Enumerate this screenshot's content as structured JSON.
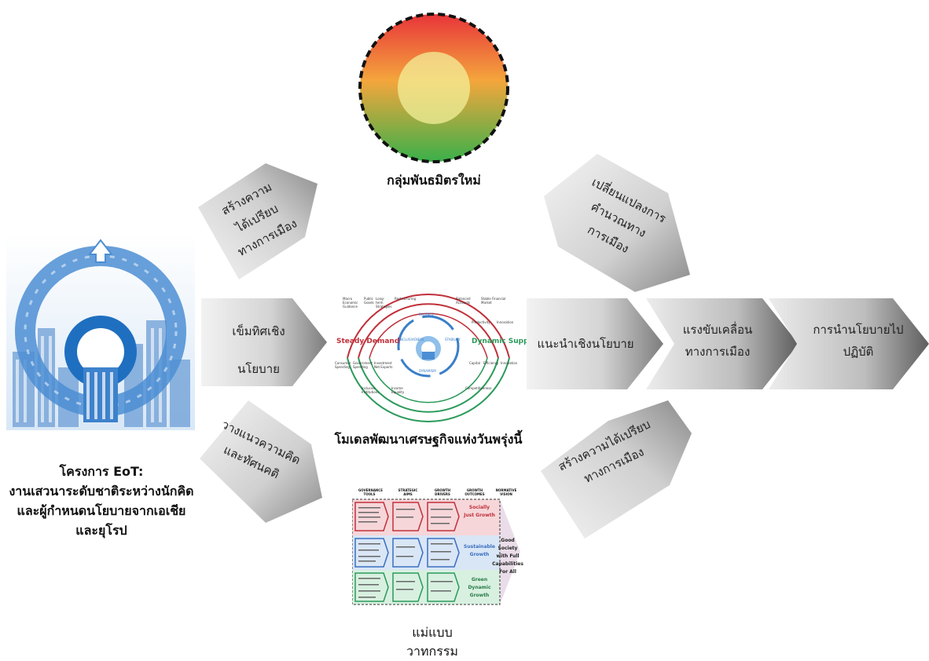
{
  "center_model": {
    "caption": "โมเดลพัฒนาเศรษฐกิจแห่งวันพรุ่งนี้",
    "left_label": "Steady Demand",
    "right_label": "Dynamic Supply",
    "small_labels": [
      "Macro Economic Guidance",
      "Public Goods",
      "Long-term Strategies",
      "Restructuring",
      "Balanced Accounts",
      "Stable Financial Market",
      "Productivity",
      "Innovation",
      "Capital",
      "Efficiency",
      "Innovation",
      "Competitiveness",
      "Consumer Spending",
      "Government Spending",
      "Investment Net Exports",
      "Inclusive Institutions",
      "Income Equality"
    ],
    "inner_labels": [
      "BALANCE",
      "STABILITY",
      "DYNAMISM",
      "INCLUSIVENESS"
    ]
  },
  "top_group": {
    "caption": "กลุ่มพันธมิตรใหม่"
  },
  "left_project": {
    "caption_lines": [
      "โครงการ EoT:",
      "งานเสวนาระดับชาติระหว่างนักคิด",
      "และผู้กำหนดนโยบายจากเอเชีย",
      "และยุโรป"
    ]
  },
  "framework": {
    "caption_lines": [
      "แม่แบบ",
      "วาทกรรม"
    ],
    "headers": [
      "GOVERNANCE TOOLS",
      "STRATEGIC AIMS",
      "GROWTH DRIVERS",
      "GROWTH OUTCOMES",
      "NORMATIVE VISION"
    ],
    "outcomes": [
      "Socially Just Growth",
      "Sustainable Growth",
      "Green Dynamic Growth"
    ],
    "vision": "Good Society with Full Capabilities For All"
  },
  "arrows": {
    "upper_left": [
      "สร้างความ",
      "ได้เปรียบ",
      "ทางการเมือง"
    ],
    "middle_left": [
      "เข็มทิศเชิง",
      "นโยบาย"
    ],
    "lower_left": [
      "วางแนวความคิด",
      "และทัศนคติ"
    ],
    "upper_right": [
      "เปลี่ยนแปลงการ",
      "คำนวณทาง",
      "การเมือง"
    ],
    "lower_right": [
      "สร้างความได้เปรียบ",
      "ทางการเมือง"
    ],
    "chain": [
      {
        "lines": [
          "แนะนำเชิงนโยบาย"
        ]
      },
      {
        "lines": [
          "แรงขับเคลื่อน",
          "ทางการเมือง"
        ]
      },
      {
        "lines": [
          "การนำนโยบายไป",
          "ปฏิบัติ"
        ]
      }
    ]
  },
  "colors": {
    "arrow_light": "#e6e6e6",
    "arrow_dark": "#7a7a7a",
    "red": "#c0303a",
    "green": "#2a9a5a",
    "blue": "#3a7fc8"
  }
}
